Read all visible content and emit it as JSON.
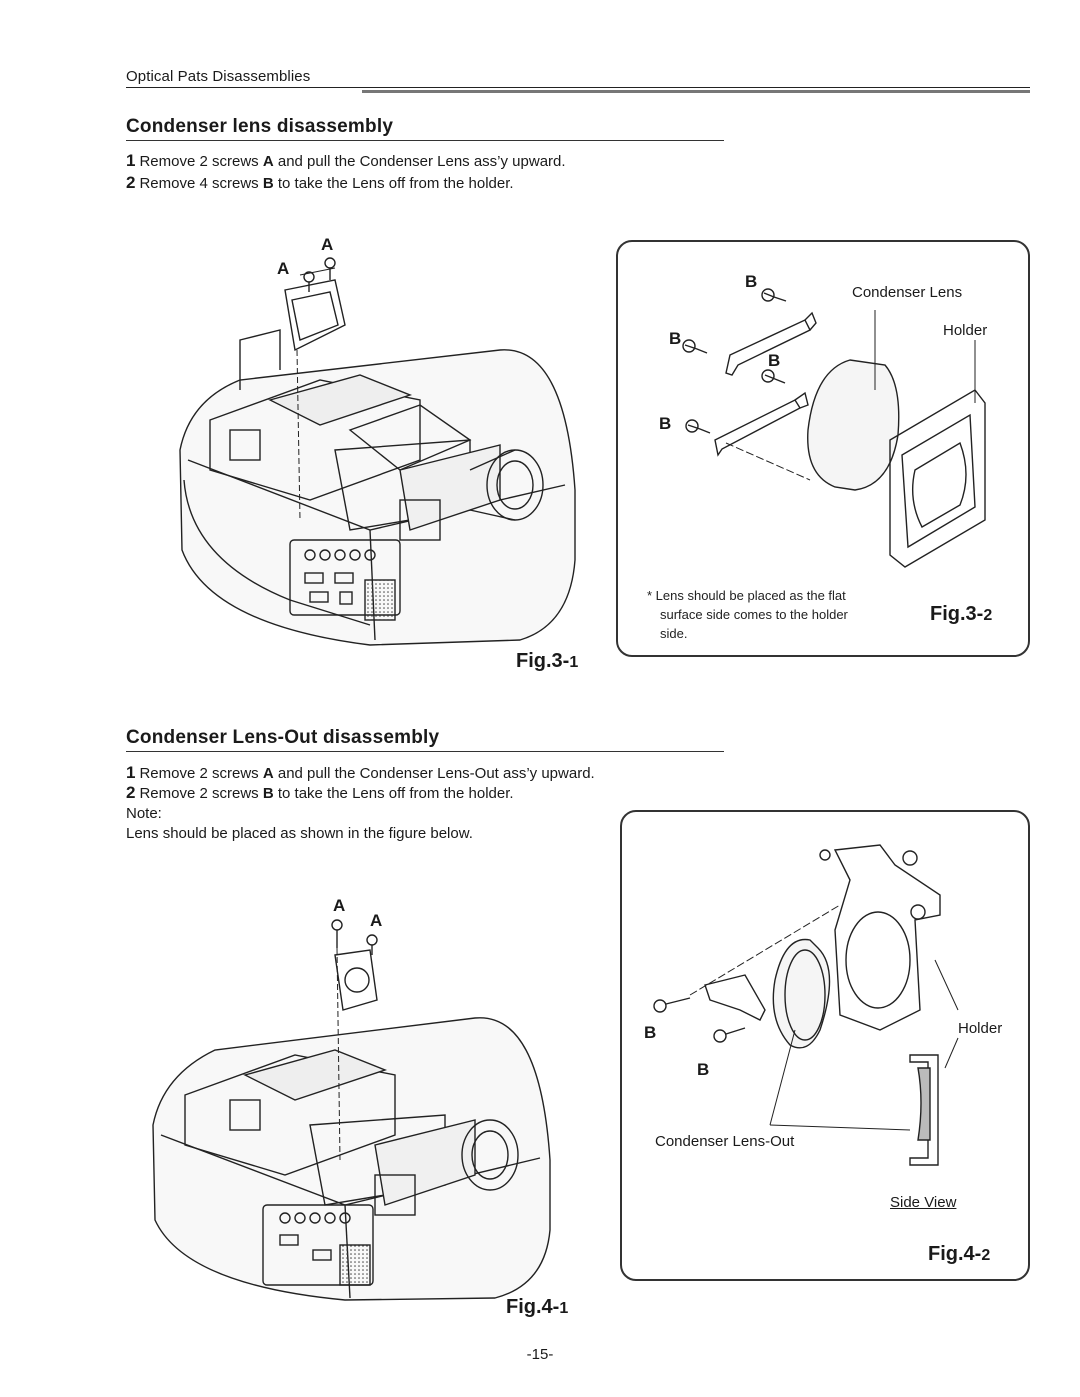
{
  "header": {
    "title": "Optical Pats Disassemblies"
  },
  "section1": {
    "title": "Condenser lens disassembly",
    "steps": [
      {
        "num": "1",
        "pre": "Remove 2 screws ",
        "key": "A",
        "post": " and pull the Condenser Lens ass’y upward."
      },
      {
        "num": "2",
        "pre": "Remove 4 screws ",
        "key": "B",
        "post": " to take the Lens off from the holder."
      }
    ],
    "fig1": {
      "label_a1": "A",
      "label_a2": "A",
      "caption_main": "Fig.3-",
      "caption_num": "1"
    },
    "fig2": {
      "label_b1": "B",
      "label_b2": "B",
      "label_b3": "B",
      "label_b4": "B",
      "condenser_lens": "Condenser Lens",
      "holder": "Holder",
      "footnote_line1": "* Lens should be placed as the flat",
      "footnote_line2": "surface side comes to the holder",
      "footnote_line3": "side.",
      "caption_main": "Fig.3-",
      "caption_num": "2"
    }
  },
  "section2": {
    "title": "Condenser Lens-Out disassembly",
    "steps": [
      {
        "num": "1",
        "pre": "Remove 2 screws ",
        "key": "A",
        "post": " and pull the Condenser Lens-Out ass’y upward."
      },
      {
        "num": "2",
        "pre": "Remove 2 screws ",
        "key": "B",
        "post": " to take the Lens off from the holder."
      }
    ],
    "note_label": "Note:",
    "note_text": "Lens should be placed as shown in the figure below.",
    "fig1": {
      "label_a1": "A",
      "label_a2": "A",
      "caption_main": "Fig.4-",
      "caption_num": "1"
    },
    "fig2": {
      "label_b1": "B",
      "label_b2": "B",
      "holder": "Holder",
      "condenser_lens_out": "Condenser Lens-Out",
      "side_view": "Side View",
      "caption_main": "Fig.4-",
      "caption_num": "2"
    }
  },
  "page_number": "-15-"
}
